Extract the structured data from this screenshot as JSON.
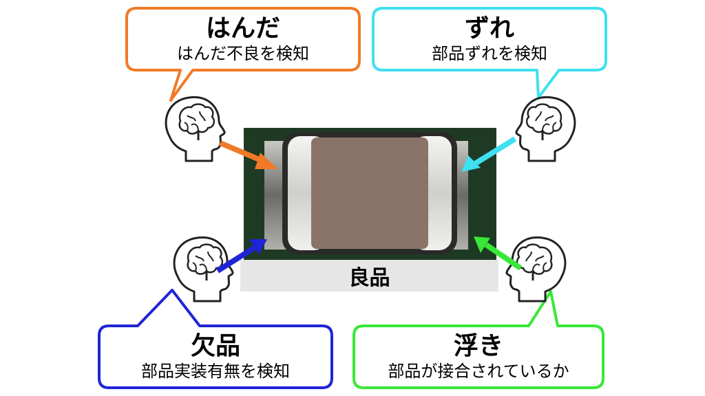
{
  "callouts": {
    "solder": {
      "title": "はんだ",
      "subtitle": "はんだ不良を検知",
      "color": "#f07a28"
    },
    "shift": {
      "title": "ずれ",
      "subtitle": "部品ずれを検知",
      "color": "#3fe0f0"
    },
    "missing": {
      "title": "欠品",
      "subtitle": "部品実装有無を検知",
      "color": "#1f24d6"
    },
    "lift": {
      "title": "浮き",
      "subtitle": "部品が接合されているか",
      "color": "#38e838"
    }
  },
  "component": {
    "status_label": "良品",
    "board_color": "#1f3a24",
    "body_color": "#8a7468"
  },
  "icons": [
    "brain-head-icon",
    "brain-head-icon",
    "brain-head-icon",
    "brain-head-icon"
  ]
}
